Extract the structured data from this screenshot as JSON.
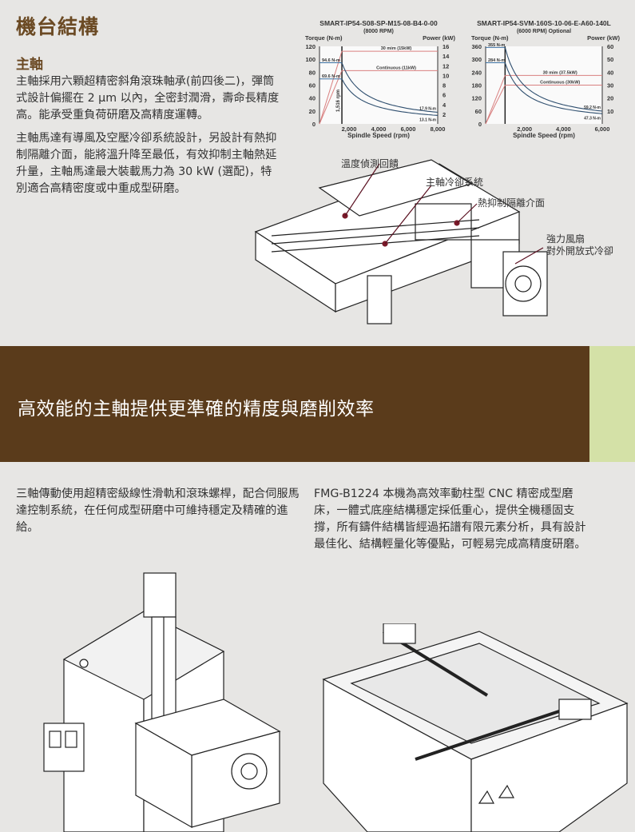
{
  "header": {
    "title": "機台結構",
    "subtitle": "主軸"
  },
  "spindle_text": {
    "paragraph1": "主軸採用六顆超精密斜角滾珠軸承(前四後二)，彈筒式設計偏擺在 2 μm 以內，全密封潤滑，壽命長精度高。能承受重負荷研磨及高精度運轉。",
    "paragraph2": "主軸馬達有導風及空壓冷卻系統設計，另設計有熱抑制隔離介面，能將溫升降至最低，有效抑制主軸熱延升量，主軸馬達最大裝載馬力為 30 kW (選配)，特別適合高精密度或中重成型研磨。"
  },
  "spindle_callouts": {
    "temp_feedback": "溫度偵測回饋",
    "cooling_system": "主軸冷卻系統",
    "thermal_isolation": "熱抑制隔離介面",
    "fan_line1": "強力風扇",
    "fan_line2": "對外開放式冷卻"
  },
  "banner": {
    "text": "高效能的主軸提供更準確的精度與磨削效率",
    "color": "#5a3b1b",
    "accent": "#d4e1a7"
  },
  "bottom_text": {
    "left": "三軸傳動使用超精密級線性滑軌和滾珠螺桿，配合伺服馬達控制系統，在任何成型研磨中可維持穩定及精確的進給。",
    "right": "FMG-B1224 本機為高效率動柱型 CNC 精密成型磨床，一體式底座結構穩定採低重心，提供全機穩固支撐，所有鑄件結構皆經過拓譜有限元素分析，具有設計最佳化、結構輕量化等優點，可輕易完成高精度研磨。"
  },
  "chart_data": [
    {
      "type": "line",
      "title": "SMART-IP54-S08-SP-M15-08-B4-0-00",
      "subtitle": "(8000 RPM)",
      "xlabel": "Spindle Speed (rpm)",
      "ylabel": "Torque (N-m)",
      "y2label": "Power (kW)",
      "xlim": [
        0,
        8000
      ],
      "ylim": [
        0,
        120
      ],
      "y2lim": [
        0,
        16
      ],
      "xticks": [
        "2,000",
        "4,000",
        "6,000",
        "8,000"
      ],
      "xtick_values": [
        2000,
        4000,
        6000,
        8000
      ],
      "yticks": [
        "0",
        "20",
        "40",
        "60",
        "80",
        "100",
        "120"
      ],
      "y2ticks": [
        "2",
        "4",
        "6",
        "8",
        "10",
        "12",
        "14",
        "16"
      ],
      "base_speed": 1516,
      "base_label": "1,516 rpm",
      "torque_series": [
        {
          "name": "94.6 N-m",
          "peak": 94.6,
          "end": 17.9,
          "end_label": "17.9 N-m"
        },
        {
          "name": "69.6 N-m",
          "peak": 69.6,
          "end": 13.1,
          "end_label": "13.1 N-m"
        }
      ],
      "power_series": [
        {
          "name": "30 mim (15kW)",
          "value": 15
        },
        {
          "name": "Continuous (11kW)",
          "value": 11
        }
      ]
    },
    {
      "type": "line",
      "title": "SMART-IP54-SVM-160S-10-06-E-A60-140L",
      "subtitle": "(6000 RPM) Optional",
      "xlabel": "Spindle Speed (rpm)",
      "ylabel": "Torque (N-m)",
      "y2label": "Power (kW)",
      "xlim": [
        0,
        6000
      ],
      "ylim": [
        0,
        360
      ],
      "y2lim": [
        0,
        60
      ],
      "xticks": [
        "2,000",
        "4,000",
        "6,000"
      ],
      "xtick_values": [
        2000,
        4000,
        6000
      ],
      "yticks": [
        "0",
        "60",
        "120",
        "180",
        "240",
        "300",
        "360"
      ],
      "y2ticks": [
        "10",
        "20",
        "30",
        "40",
        "50",
        "60"
      ],
      "base_speed": 1000,
      "base_label": "",
      "torque_series": [
        {
          "name": "355 N-m",
          "peak": 355,
          "end": 59.2,
          "end_label": "59.2 N-m"
        },
        {
          "name": "284 N-m",
          "peak": 284,
          "end": 47.3,
          "end_label": "47.3 N-m"
        }
      ],
      "power_series": [
        {
          "name": "30 mim (37.5kW)",
          "value": 37.5
        },
        {
          "name": "Continuous (30kW)",
          "value": 30
        }
      ]
    }
  ]
}
